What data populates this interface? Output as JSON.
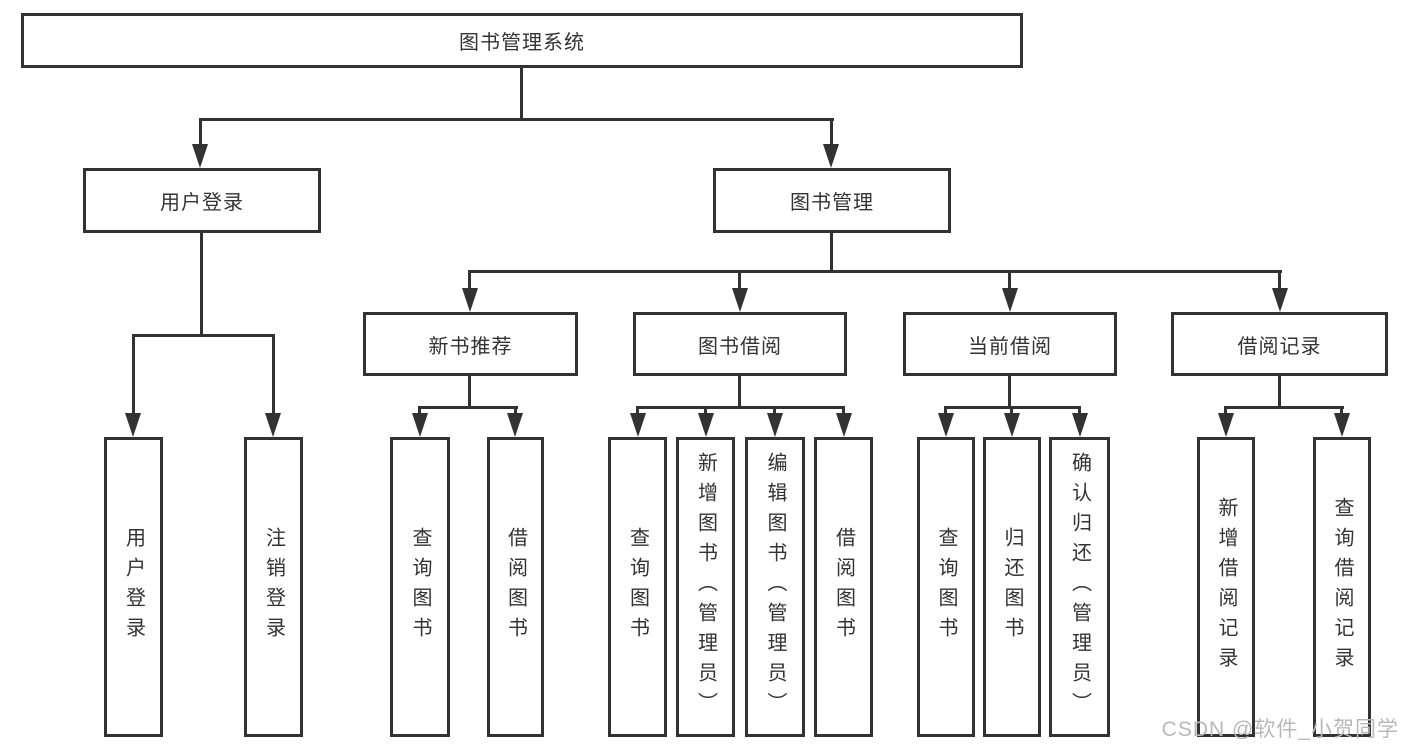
{
  "diagram": {
    "root": "图书管理系统",
    "branches": [
      {
        "label": "用户登录",
        "leaves": [
          "用户登录",
          "注销登录"
        ]
      },
      {
        "label": "图书管理",
        "groups": [
          {
            "label": "新书推荐",
            "leaves": [
              "查询图书",
              "借阅图书"
            ]
          },
          {
            "label": "图书借阅",
            "leaves": [
              "查询图书",
              "新增图书（管理员）",
              "编辑图书（管理员）",
              "借阅图书"
            ]
          },
          {
            "label": "当前借阅",
            "leaves": [
              "查询图书",
              "归还图书",
              "确认归还（管理员）"
            ]
          },
          {
            "label": "借阅记录",
            "leaves": [
              "新增借阅记录",
              "查询借阅记录"
            ]
          }
        ]
      }
    ]
  },
  "watermark": "CSDN @软件_小贺同学",
  "colors": {
    "line": "#323232",
    "text": "#333333",
    "watermark": "#b8b8b8",
    "background": "#ffffff"
  }
}
